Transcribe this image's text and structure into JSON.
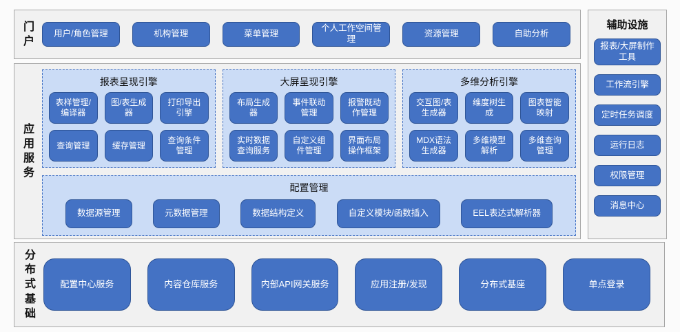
{
  "colors": {
    "button_fill": "#4472C4",
    "button_border": "#2F5597",
    "panel_fill": "#CBDCF6",
    "panel_border": "#4472C4",
    "section_fill": "#F1F1F1",
    "section_border": "#A6A6A6",
    "button_text": "#FFFFFF",
    "label_text": "#111111"
  },
  "portal": {
    "label": "门户",
    "items": [
      "用户/角色管理",
      "机构管理",
      "菜单管理",
      "个人工作空间管理",
      "资源管理",
      "自助分析"
    ]
  },
  "app_services": {
    "label": "应用服务",
    "engines": [
      {
        "title": "报表呈现引擎",
        "items": [
          "表样管理/编译器",
          "图/表生成器",
          "打印导出引擎",
          "查询管理",
          "缓存管理",
          "查询条件管理"
        ]
      },
      {
        "title": "大屏呈现引擎",
        "items": [
          "布局生成器",
          "事件联动管理",
          "报警既动作管理",
          "实时数据查询服务",
          "自定义组件管理",
          "界面布局操作框架"
        ]
      },
      {
        "title": "多维分析引擎",
        "items": [
          "交互图/表生成器",
          "维度树生成",
          "图表智能映射",
          "MDX语法生成器",
          "多维模型解析",
          "多维查询管理"
        ]
      }
    ],
    "config": {
      "title": "配置管理",
      "items": [
        "数据源管理",
        "元数据管理",
        "数据结构定义",
        "自定义模块/函数插入",
        "EEL表达式解析器"
      ]
    }
  },
  "auxiliary": {
    "title": "辅助设施",
    "items": [
      "报表/大屏制作工具",
      "工作流引擎",
      "定时任务调度",
      "运行日志",
      "权限管理",
      "消息中心"
    ]
  },
  "foundation": {
    "label": "分布式基础",
    "items": [
      "配置中心服务",
      "内容仓库服务",
      "内部API网关服务",
      "应用注册/发现",
      "分布式基座",
      "单点登录"
    ]
  }
}
